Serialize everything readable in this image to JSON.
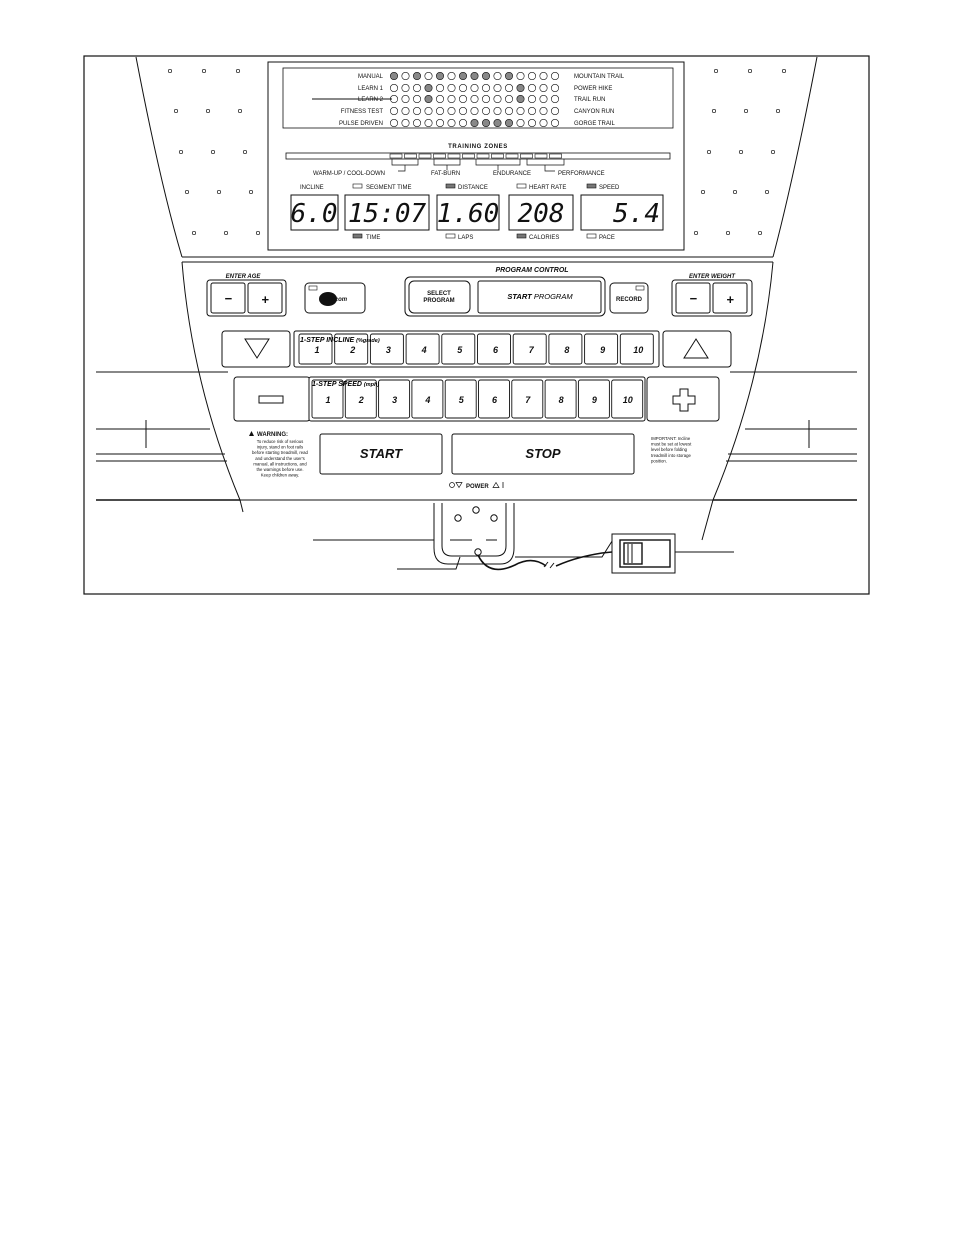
{
  "programs_left": [
    "MANUAL",
    "LEARN 1",
    "LEARN 2",
    "FITNESS TEST",
    "PULSE DRIVEN"
  ],
  "programs_right": [
    "MOUNTAIN TRAIL",
    "POWER HIKE",
    "TRAIL RUN",
    "CANYON RUN",
    "GORGE TRAIL"
  ],
  "training_zones": {
    "title": "TRAINING ZONES",
    "zones": [
      "WARM-UP / COOL-DOWN",
      "FAT-BURN",
      "ENDURANCE",
      "PERFORMANCE"
    ]
  },
  "display": {
    "incline": {
      "label": "INCLINE",
      "value": "6.0"
    },
    "time": {
      "top_label": "SEGMENT TIME",
      "bottom_label": "TIME",
      "value": "15:07"
    },
    "distance": {
      "top_label": "DISTANCE",
      "bottom_label": "LAPS",
      "value": "1.60"
    },
    "heart": {
      "top_label": "HEART RATE",
      "bottom_label": "CALORIES",
      "value": "208"
    },
    "speed": {
      "top_label": "SPEED",
      "bottom_label": "PACE",
      "value": "5.4"
    }
  },
  "controls": {
    "enter_age": "ENTER AGE",
    "enter_weight": "ENTER WEIGHT",
    "program_control": "PROGRAM CONTROL",
    "select_program": [
      "SELECT",
      "PROGRAM"
    ],
    "start_program_bold": "START",
    "start_program_rest": "PROGRAM",
    "record": "RECORD",
    "logo": "iFIT.com",
    "minus": "−",
    "plus": "+"
  },
  "incline_row": {
    "title": "1-STEP INCLINE",
    "unit": "(%grade)",
    "keys": [
      "1",
      "2",
      "3",
      "4",
      "5",
      "6",
      "7",
      "8",
      "9",
      "10"
    ]
  },
  "speed_row": {
    "title": "1-STEP SPEED",
    "unit": "(mph)",
    "keys": [
      "1",
      "2",
      "3",
      "4",
      "5",
      "6",
      "7",
      "8",
      "9",
      "10"
    ]
  },
  "start_label": "START",
  "stop_label": "STOP",
  "warning": {
    "title": "WARNING:",
    "lines": [
      "To reduce risk of serious",
      "injury, stand on foot rails",
      "before starting treadmill, read",
      "and understand the user's",
      "manual, all instructions, and",
      "the warnings before use.",
      "Keep children away."
    ]
  },
  "important": [
    "IMPORTANT: Incline",
    "must be set at lowest",
    "level before folding",
    "treadmill into storage",
    "position."
  ],
  "power_label": "POWER"
}
